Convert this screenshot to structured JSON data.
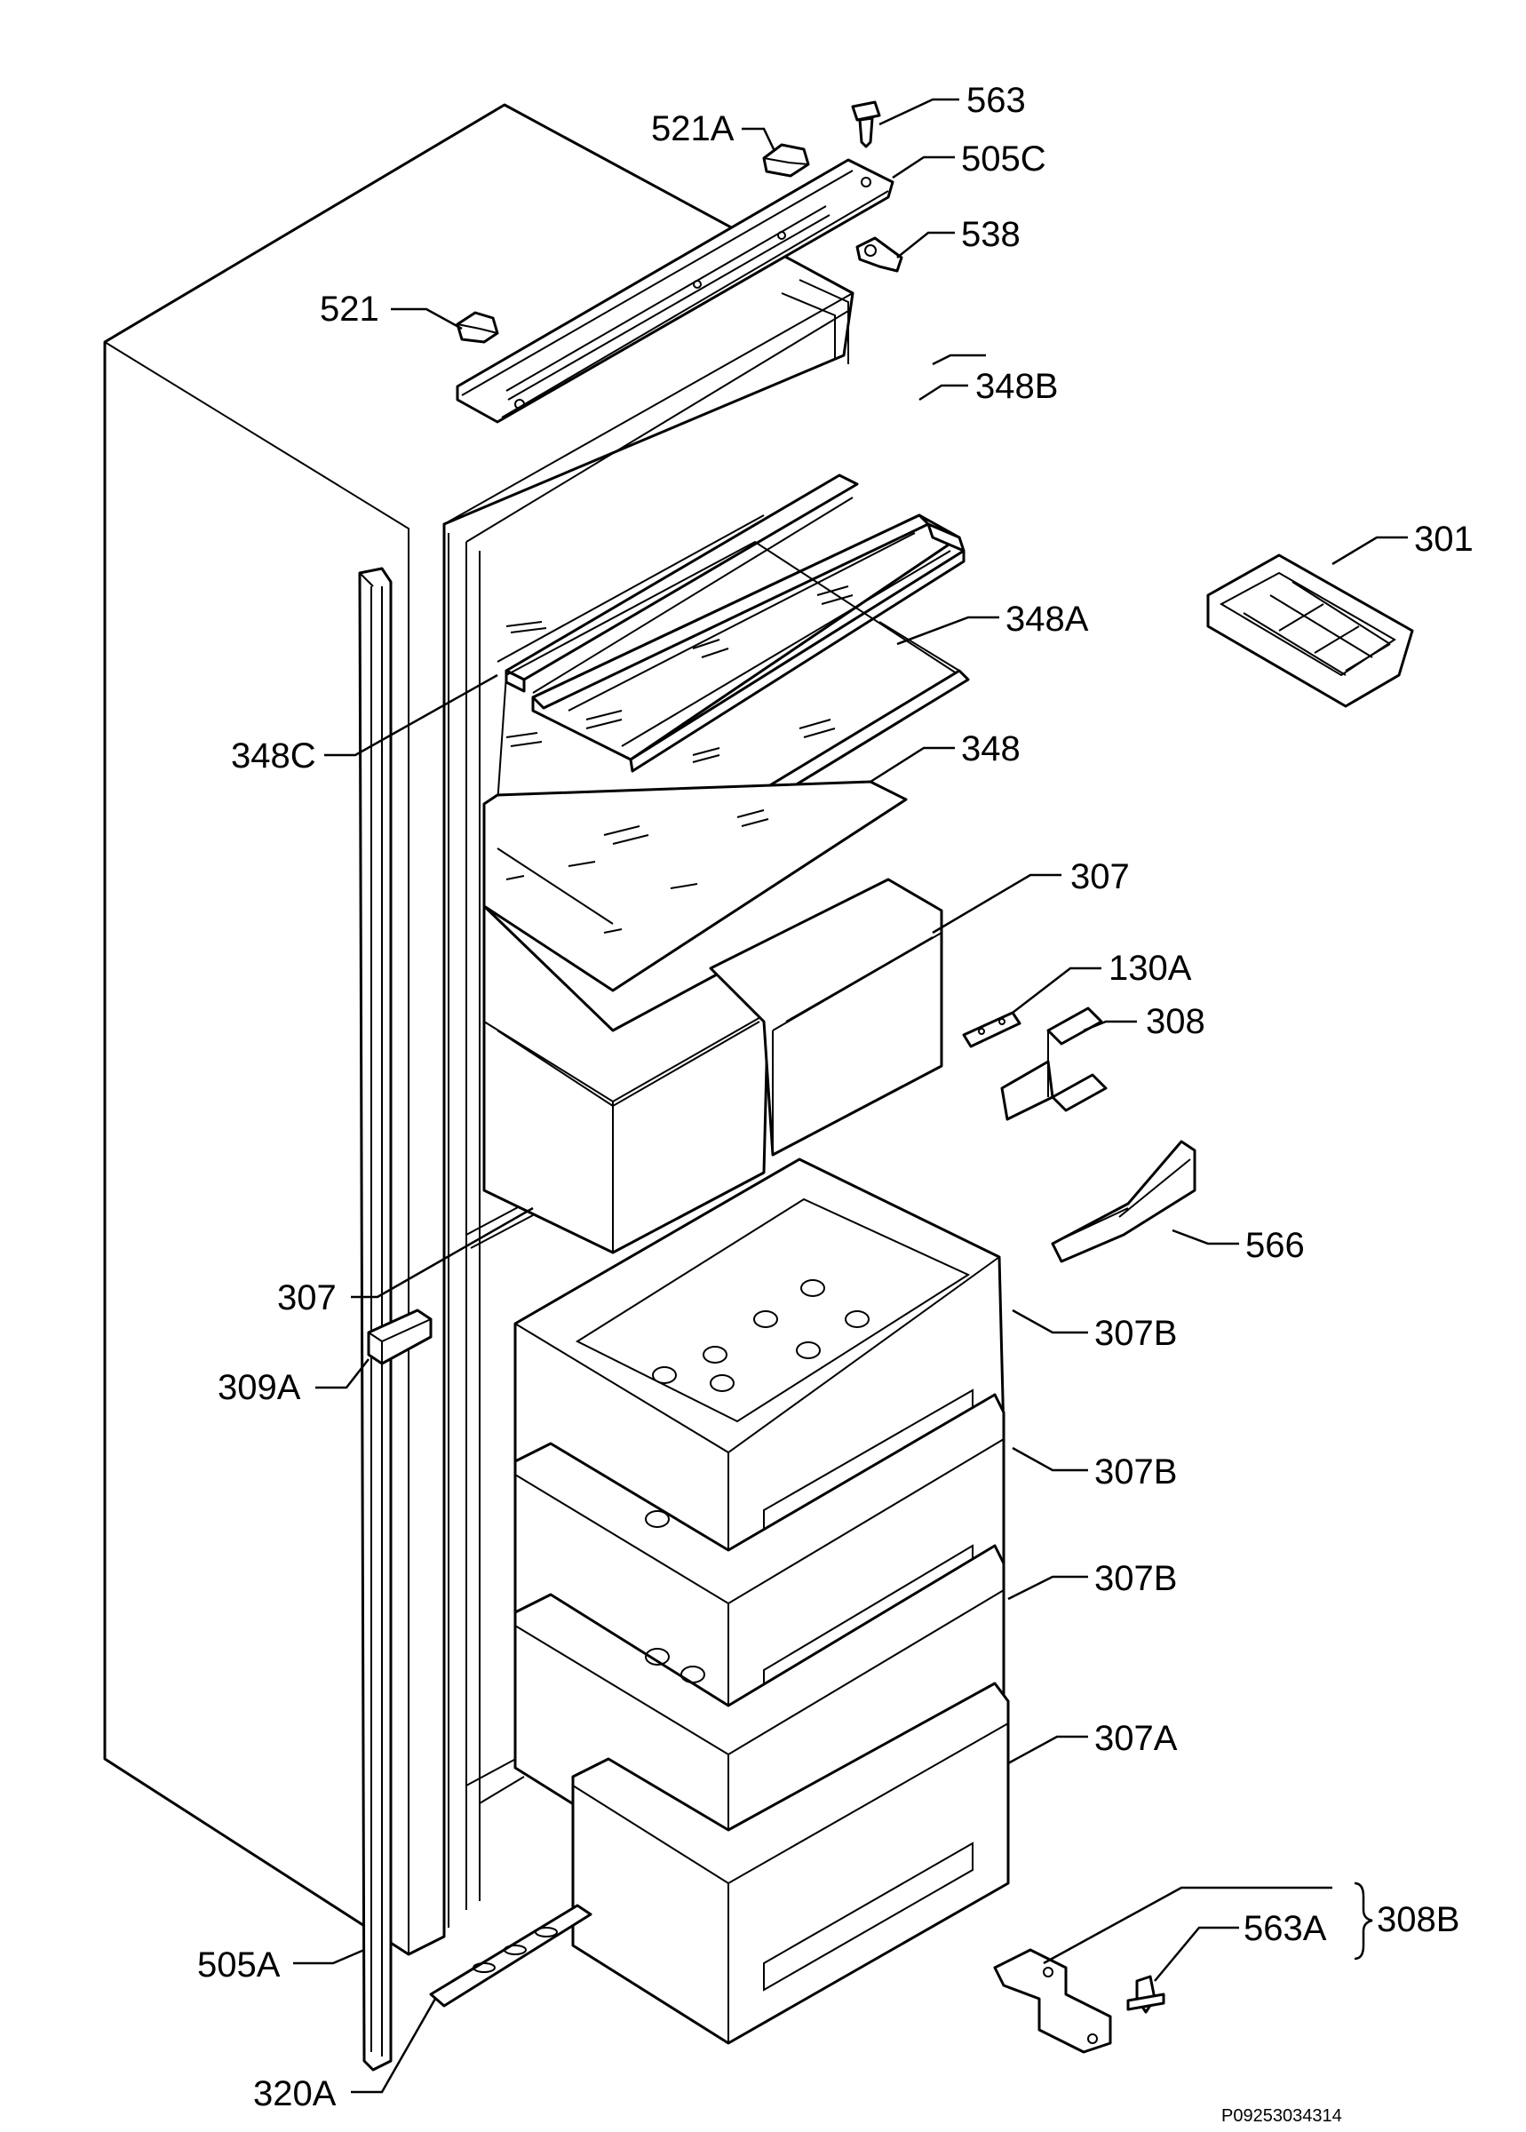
{
  "diagram": {
    "document_code": "P09253034314",
    "labels": {
      "l563": "563",
      "l521A": "521A",
      "l505C": "505C",
      "l538": "538",
      "l521": "521",
      "l348B": "348B",
      "l301": "301",
      "l348A": "348A",
      "l348C": "348C",
      "l348": "348",
      "l307_top": "307",
      "l130A": "130A",
      "l308": "308",
      "l566": "566",
      "l307_mid": "307",
      "l307B_1": "307B",
      "l309A": "309A",
      "l307B_2": "307B",
      "l307B_3": "307B",
      "l307A": "307A",
      "l563A": "563A",
      "l308B": "308B",
      "l505A": "505A",
      "l320A": "320A"
    }
  }
}
